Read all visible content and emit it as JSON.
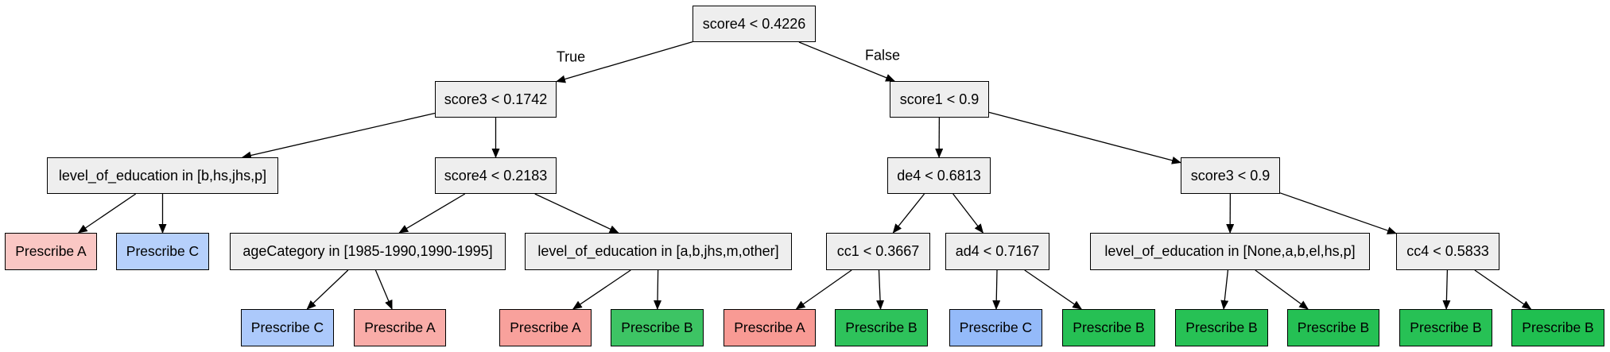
{
  "tree": {
    "n0": {
      "label": "score4 < 0.4226"
    },
    "n1": {
      "label": "score3 < 0.1742"
    },
    "n2": {
      "label": "score1 < 0.9"
    },
    "n3": {
      "label": "level_of_education in [b,hs,jhs,p]"
    },
    "n4": {
      "label": "score4 < 0.2183"
    },
    "n5": {
      "label": "de4 < 0.6813"
    },
    "n6": {
      "label": "score3 < 0.9"
    },
    "n7": {
      "label": "Prescribe A",
      "color": "#fac7c4"
    },
    "n8": {
      "label": "Prescribe C",
      "color": "#b6d0fb"
    },
    "n9": {
      "label": "ageCategory in [1985-1990,1990-1995]"
    },
    "n10": {
      "label": "level_of_education in [a,b,jhs,m,other]"
    },
    "n11": {
      "label": "cc1 < 0.3667"
    },
    "n12": {
      "label": "ad4 < 0.7167"
    },
    "n13": {
      "label": "level_of_education in [None,a,b,el,hs,p]"
    },
    "n14": {
      "label": "cc4 < 0.5833"
    },
    "n15": {
      "label": "Prescribe C",
      "color": "#acc9fb"
    },
    "n16": {
      "label": "Prescribe A",
      "color": "#f9aca8"
    },
    "n17": {
      "label": "Prescribe A",
      "color": "#f8a19c"
    },
    "n18": {
      "label": "Prescribe B",
      "color": "#3dc464"
    },
    "n19": {
      "label": "Prescribe A",
      "color": "#f89a94"
    },
    "n20": {
      "label": "Prescribe B",
      "color": "#2ec25b"
    },
    "n21": {
      "label": "Prescribe C",
      "color": "#94baf9"
    },
    "n22": {
      "label": "Prescribe B",
      "color": "#26c054"
    },
    "n23": {
      "label": "Prescribe B",
      "color": "#27c155"
    },
    "n24": {
      "label": "Prescribe B",
      "color": "#25c054"
    },
    "n25": {
      "label": "Prescribe B",
      "color": "#27c155"
    },
    "n26": {
      "label": "Prescribe B",
      "color": "#20bf50"
    }
  },
  "edge_labels": {
    "true": "True",
    "false": "False"
  },
  "edges": [
    [
      "n0",
      "n1"
    ],
    [
      "n0",
      "n2"
    ],
    [
      "n1",
      "n3"
    ],
    [
      "n1",
      "n4"
    ],
    [
      "n2",
      "n5"
    ],
    [
      "n2",
      "n6"
    ],
    [
      "n3",
      "n7"
    ],
    [
      "n3",
      "n8"
    ],
    [
      "n4",
      "n9"
    ],
    [
      "n4",
      "n10"
    ],
    [
      "n5",
      "n11"
    ],
    [
      "n5",
      "n12"
    ],
    [
      "n6",
      "n13"
    ],
    [
      "n6",
      "n14"
    ],
    [
      "n9",
      "n15"
    ],
    [
      "n9",
      "n16"
    ],
    [
      "n10",
      "n17"
    ],
    [
      "n10",
      "n18"
    ],
    [
      "n11",
      "n19"
    ],
    [
      "n11",
      "n20"
    ],
    [
      "n12",
      "n21"
    ],
    [
      "n12",
      "n22"
    ],
    [
      "n13",
      "n23"
    ],
    [
      "n13",
      "n24"
    ],
    [
      "n14",
      "n25"
    ],
    [
      "n14",
      "n26"
    ]
  ]
}
